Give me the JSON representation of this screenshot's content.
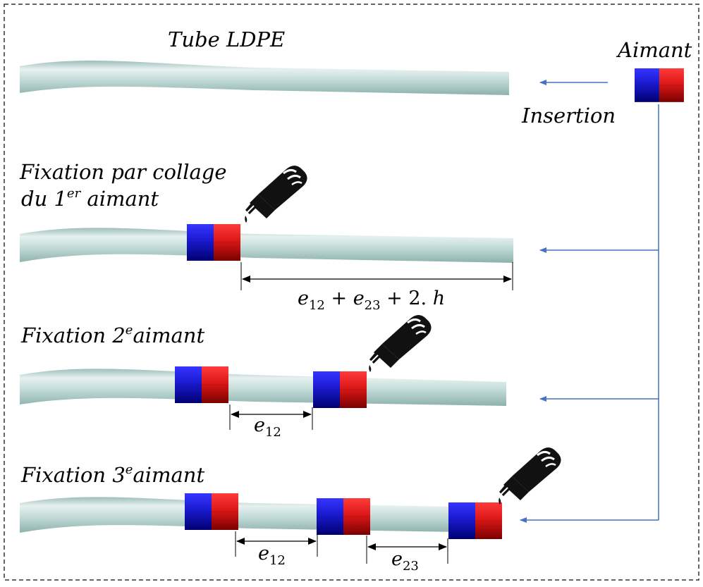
{
  "labels": {
    "tube": "Tube LDPE",
    "aimant": "Aimant",
    "insertion": "Insertion",
    "step1_line1": "Fixation par collage",
    "step1_line2_a": "du 1",
    "step1_line2_sup": "er",
    "step1_line2_b": " aimant",
    "step2_a": "Fixation 2",
    "step2_sup": "e",
    "step2_b": "aimant",
    "step3_a": "Fixation 3",
    "step3_sup": "e",
    "step3_b": "aimant"
  },
  "dimensions": {
    "total": {
      "e1": "e",
      "s1": "12",
      "plus1": " + ",
      "e2": "e",
      "s2": "23",
      "rest": " + 2. ",
      "h": "h"
    },
    "e12_a": {
      "e": "e",
      "sub": "12"
    },
    "e12_b": {
      "e": "e",
      "sub": "12"
    },
    "e23": {
      "e": "e",
      "sub": "23"
    }
  },
  "colors": {
    "tube": "#c5dedb",
    "tube_highlight": "#e9f3f1",
    "tube_shadow": "#8fb4b0",
    "magnet_north": "#1a1acc",
    "magnet_south": "#dd1c1c",
    "arrow": "#4472c4",
    "frame": "#333333"
  },
  "icons": [
    "glue-tube-icon"
  ]
}
